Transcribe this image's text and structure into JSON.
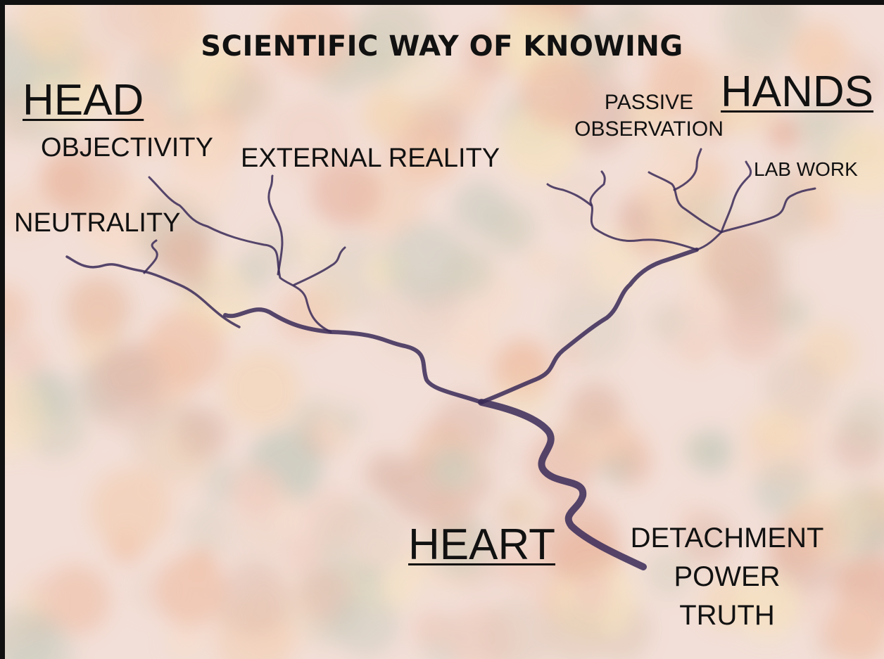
{
  "title": "SCIENTIFIC WAY OF KNOWING",
  "headings": {
    "head": "HEAD",
    "hands": "HANDS",
    "heart": "HEART"
  },
  "head_branches": [
    "OBJECTIVITY",
    "EXTERNAL REALITY",
    "NEUTRALITY"
  ],
  "hands_branches": {
    "passive_observation": [
      "PASSIVE",
      "OBSERVATION"
    ],
    "lab_work": "LAB WORK"
  },
  "heart_values": [
    "DETACHMENT",
    "POWER",
    "TRUTH"
  ],
  "colors": {
    "river": "#3a2a58",
    "text": "#111111",
    "forest_wash": "#f1d8cf"
  }
}
